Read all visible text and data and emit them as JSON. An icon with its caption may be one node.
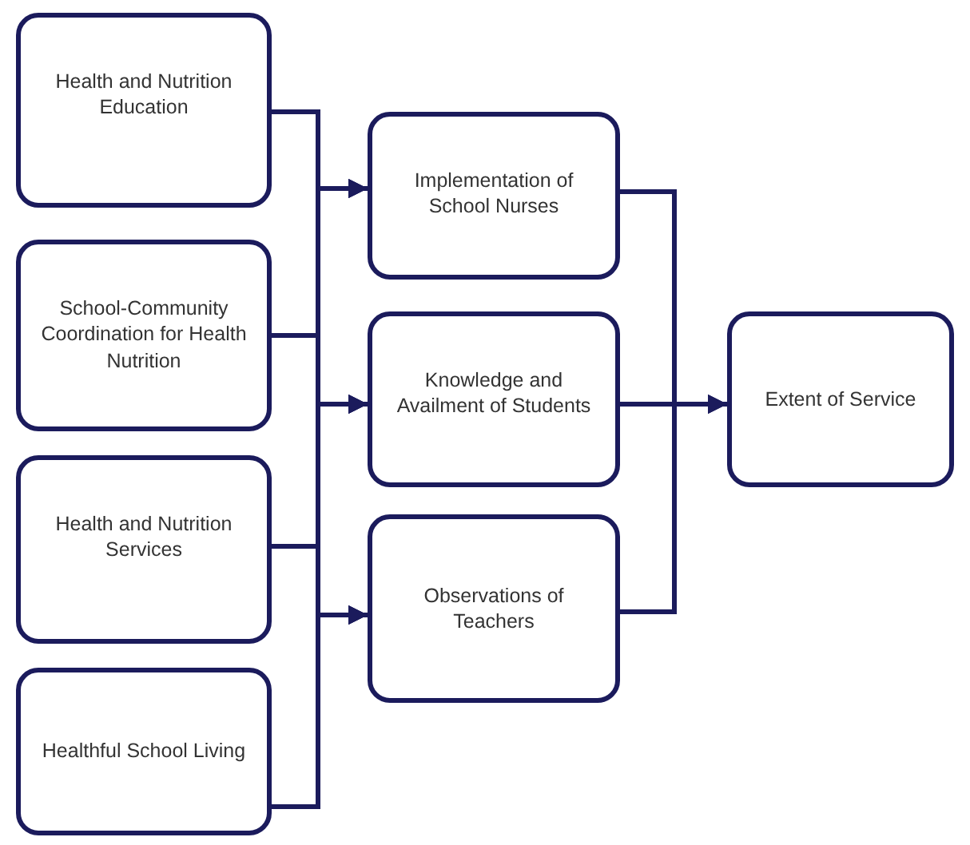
{
  "diagram": {
    "nodes": [
      {
        "text": [
          "Health and Nutrition Education"
        ]
      },
      {
        "text": [
          "School-Community Coordination for Health Nutrition"
        ]
      },
      {
        "text": [
          "Health and Nutrition Services"
        ]
      },
      {
        "text": [
          "Healthful School Living"
        ]
      },
      {
        "text": [
          "Implementation of School Nurses"
        ]
      },
      {
        "text": [
          "Knowledge and Availment of Students"
        ]
      },
      {
        "text": [
          "Observations of Teachers"
        ]
      },
      {
        "text": [
          "Extent of Service"
        ]
      }
    ],
    "edges": [
      {
        "from": 0,
        "to": 4,
        "arrow": "to"
      },
      {
        "from": 0,
        "to": 5,
        "arrow": "to"
      },
      {
        "from": 0,
        "to": 6,
        "arrow": "to"
      },
      {
        "from": 1,
        "to": 4,
        "arrow": "to"
      },
      {
        "from": 1,
        "to": 5,
        "arrow": "to"
      },
      {
        "from": 1,
        "to": 6,
        "arrow": "to"
      },
      {
        "from": 2,
        "to": 4,
        "arrow": "to"
      },
      {
        "from": 2,
        "to": 5,
        "arrow": "to"
      },
      {
        "from": 2,
        "to": 6,
        "arrow": "to"
      },
      {
        "from": 3,
        "to": 4,
        "arrow": "to"
      },
      {
        "from": 3,
        "to": 5,
        "arrow": "to"
      },
      {
        "from": 3,
        "to": 6,
        "arrow": "to"
      },
      {
        "from": 4,
        "to": 7,
        "arrow": "to"
      },
      {
        "from": 5,
        "to": 7,
        "arrow": "to"
      },
      {
        "from": 6,
        "to": 7,
        "arrow": "to"
      }
    ]
  }
}
